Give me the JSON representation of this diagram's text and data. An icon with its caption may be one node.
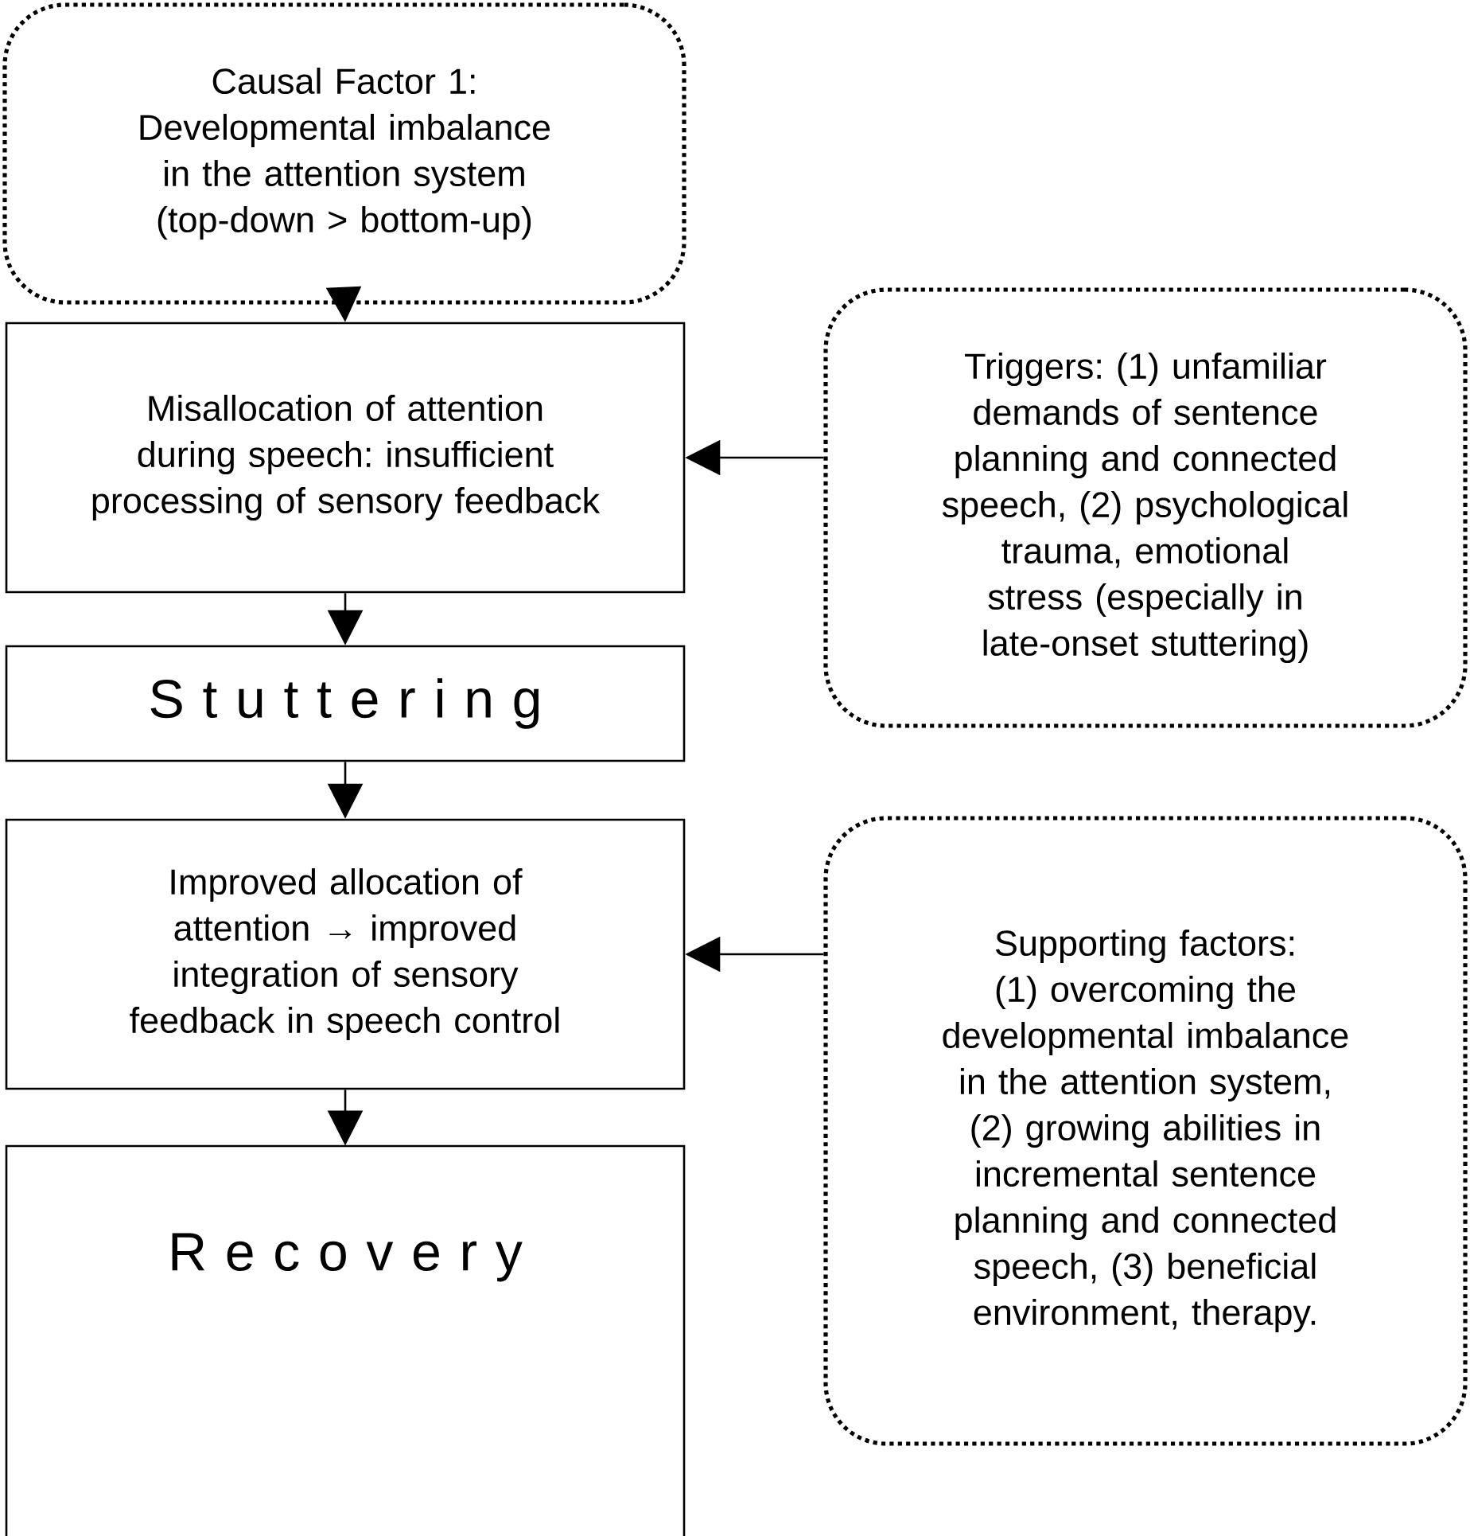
{
  "diagram": {
    "nodes": [
      {
        "text": [
          "Causal Factor 1: Developmental imbalance in the attention system (top-down > bottom-up)"
        ]
      },
      {
        "text": [
          "Misallocation of attention during speech: insufficient processing of sensory feedback"
        ]
      },
      {
        "text": [
          "Triggers: (1) unfamiliar demands of sentence planning and connected speech, (2) psychological trauma, emotional stress (especially in late-onset stuttering)"
        ]
      },
      {
        "text": [
          "S t u t t e r i n g"
        ]
      },
      {
        "text": [
          "Improved allocation of attention → improved integration of sensory feedback in speech control"
        ]
      },
      {
        "text": [
          "Supporting factors: (1) overcoming the developmental imbalance in the attention system, (2) growing abilities in incremental sentence planning and connected speech, (3) beneficial environment, therapy."
        ]
      },
      {
        "text": [
          "R e c o v e r y"
        ]
      }
    ],
    "edges": [
      {
        "from": 0,
        "to": 1,
        "arrow": "to"
      },
      {
        "from": 1,
        "to": 3,
        "arrow": "to"
      },
      {
        "from": 2,
        "to": 1,
        "arrow": "to"
      },
      {
        "from": 3,
        "to": 4,
        "arrow": "to"
      },
      {
        "from": 4,
        "to": 6,
        "arrow": "to"
      },
      {
        "from": 5,
        "to": 4,
        "arrow": "to"
      }
    ]
  }
}
